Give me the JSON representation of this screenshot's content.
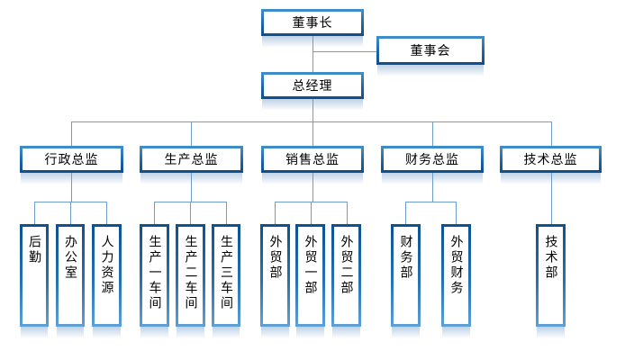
{
  "diagram": {
    "type": "organization-chart",
    "background_color": "#ffffff",
    "node_fill": "#ffffff",
    "node_border_gradient": [
      "#4190ca",
      "#1d66aa",
      "#0e4d89"
    ],
    "connector_color": "#6e9dc9",
    "text_color": "#000000"
  },
  "nodes": {
    "chairman": {
      "label": "董事长"
    },
    "board": {
      "label": "董事会"
    },
    "general_manager": {
      "label": "总经理"
    },
    "directors": [
      {
        "label": "行政总监",
        "children": [
          "后勤",
          "办公室",
          "人力资源"
        ]
      },
      {
        "label": "生产总监",
        "children": [
          "生产一车间",
          "生产二车间",
          "生产三车间"
        ]
      },
      {
        "label": "销售总监",
        "children": [
          "外贸部",
          "外贸一部",
          "外贸二部"
        ]
      },
      {
        "label": "财务总监",
        "children": [
          "财务部",
          "外贸财务"
        ]
      },
      {
        "label": "技术总监",
        "children": [
          "技术部"
        ]
      }
    ]
  }
}
